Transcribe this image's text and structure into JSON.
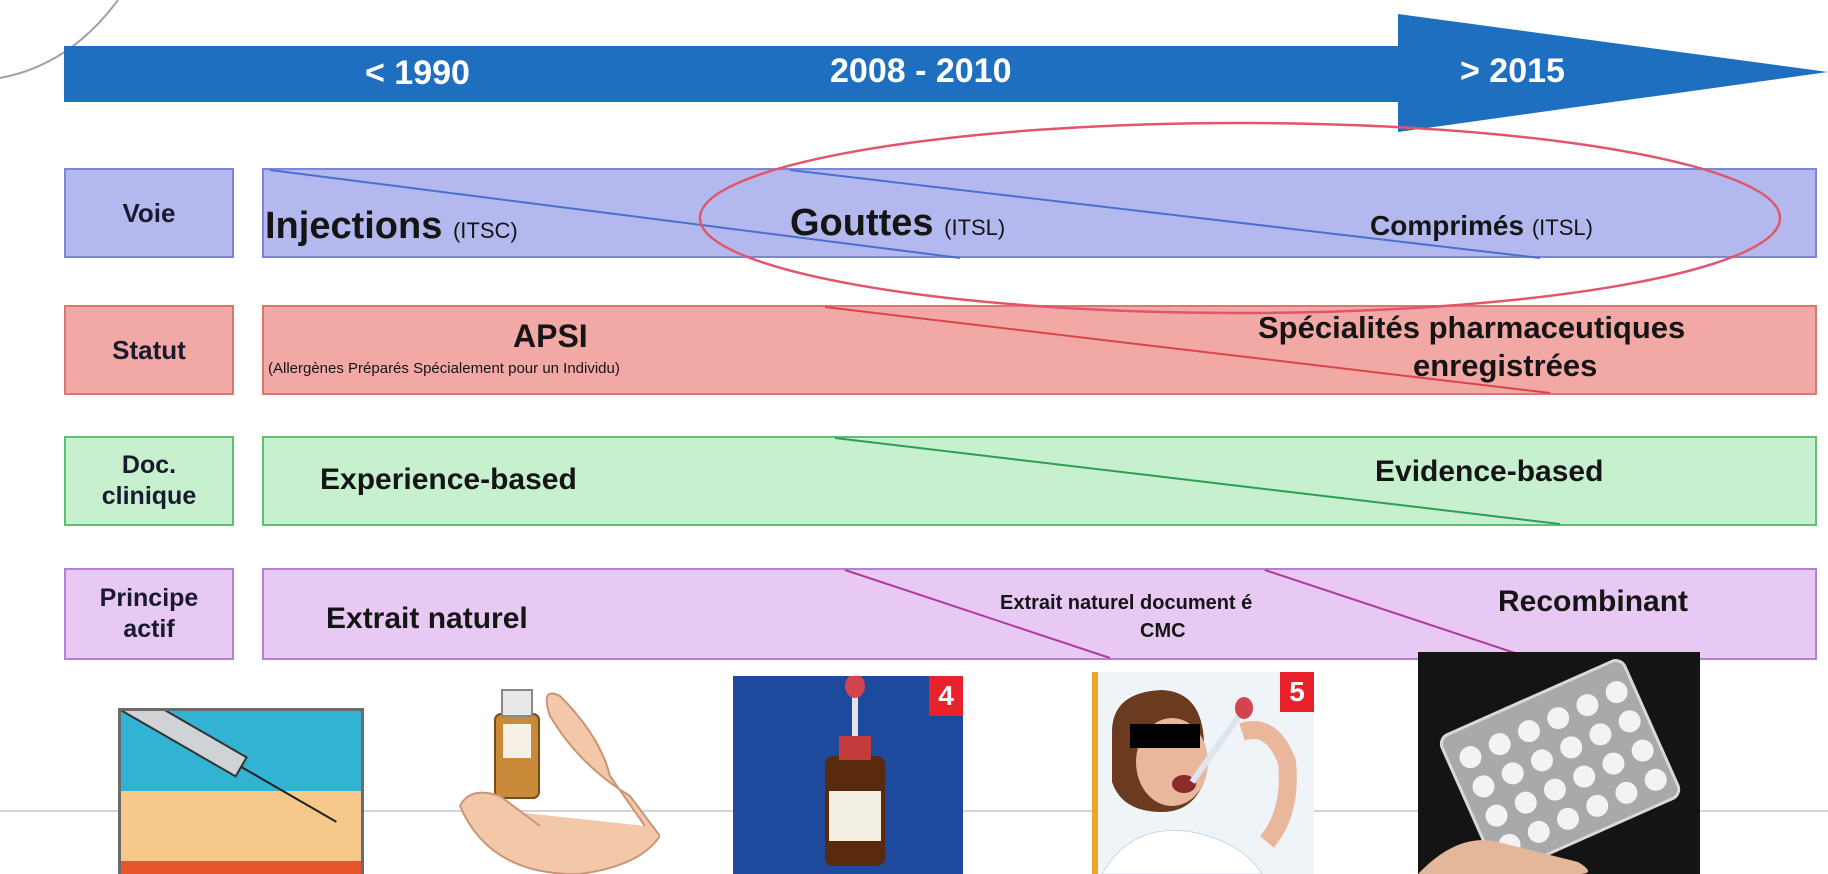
{
  "timeline": {
    "periods": [
      "< 1990",
      "2008 - 2010",
      "> 2015"
    ],
    "color": "#1f6fc0"
  },
  "rows": [
    {
      "label": "Voie",
      "fill": "#b3b9ee",
      "border": "#7b86d9",
      "line": "#4a6fd0"
    },
    {
      "label": "Statut",
      "fill": "#f2a8a5",
      "border": "#d87773",
      "line": "#d9454b"
    },
    {
      "label": "Doc. clinique",
      "fill": "#c7f0cf",
      "border": "#5fbf74",
      "line": "#2e9e50"
    },
    {
      "label": "Principe actif",
      "fill": "#e8c9f3",
      "border": "#b77fcf",
      "line": "#b03a9a"
    }
  ],
  "voie": {
    "injections": "Injections",
    "injections_note": "(ITSC)",
    "gouttes": "Gouttes",
    "gouttes_note": "(ITSL)",
    "comprimes": "Comprimés",
    "comprimes_note": "(ITSL)"
  },
  "statut": {
    "apsi": "APSI",
    "apsi_note": "(Allergènes Préparés Spécialement pour un Individu)",
    "specialites_line1": "Spécialités pharmaceutiques",
    "specialites_line2": "enregistrées"
  },
  "doc": {
    "experience": "Experience-based",
    "evidence": "Evidence-based"
  },
  "principe": {
    "naturel": "Extrait naturel",
    "document_line1": "Extrait naturel document é",
    "document_line2": "CMC",
    "recombinant": "Recombinant"
  },
  "images": {
    "badge_4": "4",
    "badge_5": "5",
    "icons": [
      "syringe-injection",
      "spray-bottle-hand",
      "dropper-bottle",
      "person-taking-drops",
      "tablet-blister-pack"
    ]
  },
  "highlight_color": "#e0566a"
}
